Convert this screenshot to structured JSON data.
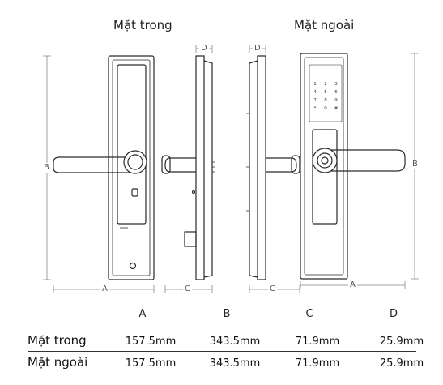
{
  "views": {
    "inside_title": "Mặt trong",
    "outside_title": "Mặt ngoài"
  },
  "dimension_labels": {
    "a": "A",
    "b": "B",
    "c": "C",
    "d": "D"
  },
  "keypad": {
    "keys": [
      "1",
      "2",
      "3",
      "4",
      "5",
      "6",
      "7",
      "8",
      "9",
      "*",
      "0",
      "#"
    ]
  },
  "specs": {
    "columns": [
      "A",
      "B",
      "C",
      "D"
    ],
    "rows": [
      {
        "label": "Mặt trong",
        "values": [
          "157.5mm",
          "343.5mm",
          "71.9mm",
          "25.9mm"
        ]
      },
      {
        "label": "Mặt ngoài",
        "values": [
          "157.5mm",
          "343.5mm",
          "71.9mm",
          "25.9mm"
        ]
      }
    ]
  },
  "colors": {
    "line": "#2a2a2a",
    "dimension": "#888888"
  }
}
